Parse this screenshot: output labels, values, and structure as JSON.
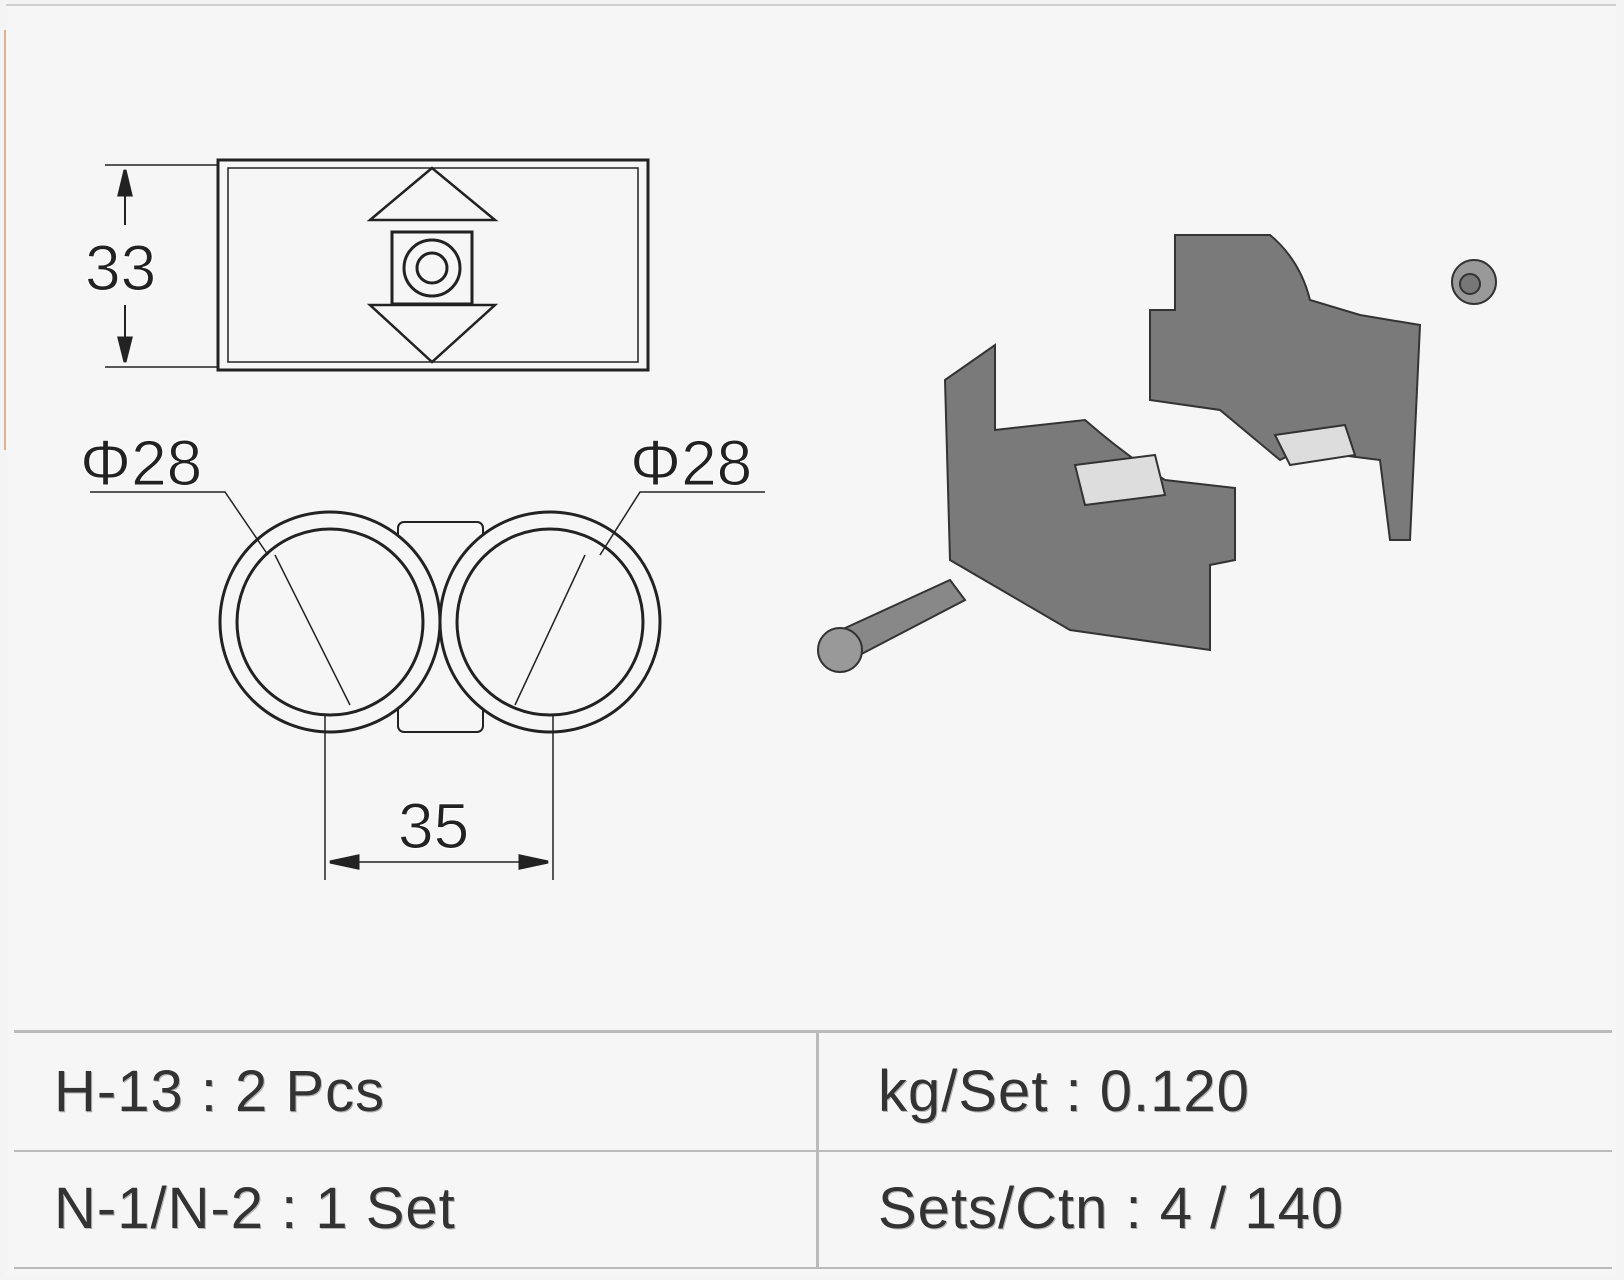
{
  "dimensions": {
    "height": "33",
    "diameter_left": "Φ28",
    "diameter_right": "Φ28",
    "center_distance": "35"
  },
  "specs": [
    {
      "label": "H-13 : 2 Pcs"
    },
    {
      "label": "kg/Set : 0.120"
    },
    {
      "label": "N-1/N-2 : 1 Set"
    },
    {
      "label": "Sets/Ctn : 4 / 140"
    }
  ]
}
